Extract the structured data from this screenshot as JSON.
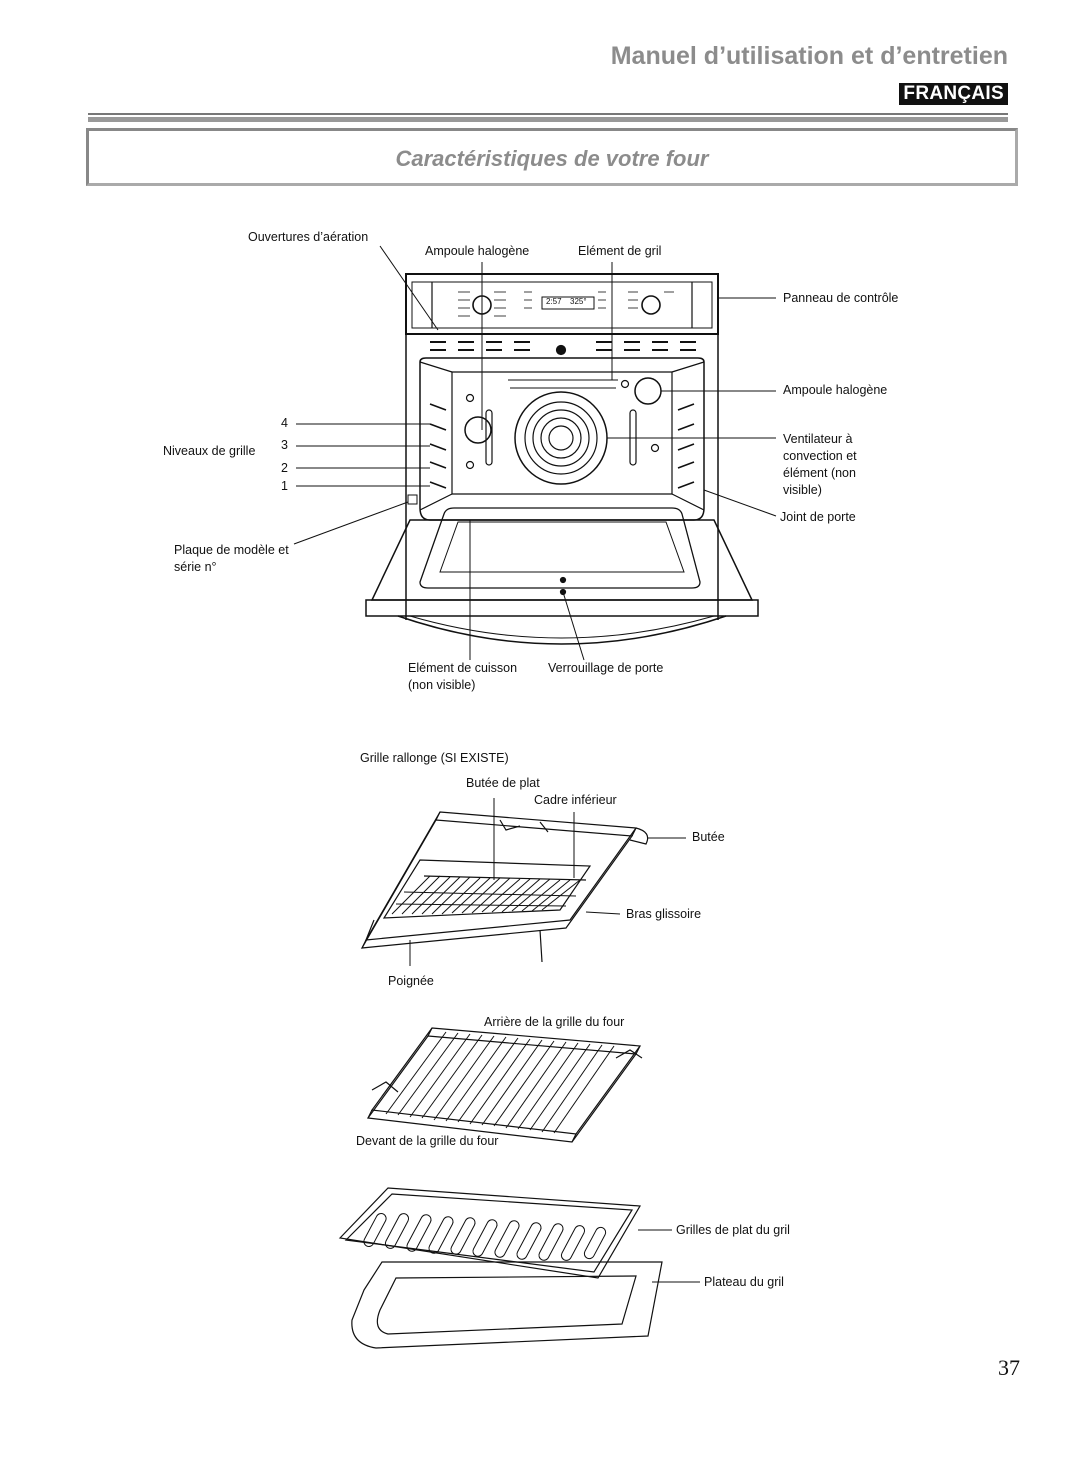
{
  "header": {
    "manual_title": "Manuel d’utilisation et d’entretien",
    "language": "FRANÇAIS"
  },
  "section": {
    "title": "Caractéristiques de votre four"
  },
  "oven_labels": {
    "vents": "Ouvertures d’aération",
    "halogen_top": "Ampoule halogène",
    "broil_element": "Elément de gril",
    "control_panel": "Panneau de contrôle",
    "halogen_right": "Ampoule halogène",
    "fan": "Ventilateur à convection et élément (non visible)",
    "door_gasket": "Joint de porte",
    "rack_levels": "Niveaux de grille",
    "level_4": "4",
    "level_3": "3",
    "level_2": "2",
    "level_1": "1",
    "model_plate": "Plaque de modèle et série n°",
    "bake_element": "Elément de cuisson (non visible)",
    "door_lock": "Verrouillage de porte"
  },
  "display": {
    "left": "2:57",
    "right": "325°"
  },
  "extension_rack_labels": {
    "title": "Grille rallonge (SI EXISTE)",
    "pan_stop": "Butée de plat",
    "lower_frame": "Cadre inférieur",
    "stop": "Butée",
    "slide_arm": "Bras glissoire",
    "handle": "Poignée"
  },
  "rack_labels": {
    "rack_back": "Arrière de la grille du four",
    "rack_front": "Devant de la grille du four"
  },
  "broiler_labels": {
    "grid": "Grilles de plat du gril",
    "pan": "Plateau du gril"
  },
  "page": {
    "number": "37"
  }
}
